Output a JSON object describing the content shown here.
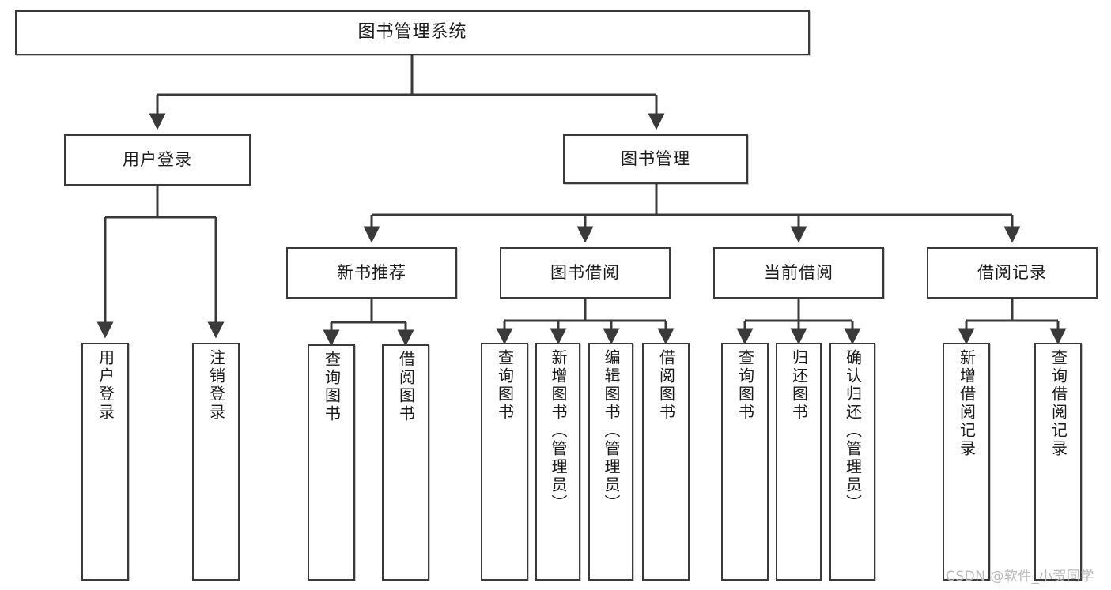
{
  "diagram": {
    "title": "图书管理系统",
    "type": "tree-structure-chart",
    "orientation": "top-down",
    "watermark": "CSDN @软件_小贺同学",
    "colors": {
      "box_border": "#3a3a3a",
      "box_fill": "#ffffff",
      "edge": "#3a3a3a",
      "text": "#1a1a1a",
      "watermark": "#b9b9b9"
    }
  },
  "nodes": {
    "root": {
      "label": "图书管理系统",
      "level": 1
    },
    "tier2": [
      {
        "id": "user-login",
        "label": "用户登录",
        "level": 2
      },
      {
        "id": "book-manage",
        "label": "图书管理",
        "level": 2
      }
    ],
    "tier3": [
      {
        "id": "new-book-recommend",
        "label": "新书推荐",
        "level": 3
      },
      {
        "id": "book-borrow",
        "label": "图书借阅",
        "level": 3
      },
      {
        "id": "current-borrow",
        "label": "当前借阅",
        "level": 3
      },
      {
        "id": "borrow-record",
        "label": "借阅记录",
        "level": 3
      }
    ],
    "leaves": {
      "user_login": [
        {
          "id": "leaf-user-login",
          "label": "用户登录"
        },
        {
          "id": "leaf-user-logout",
          "label": "注销登录"
        }
      ],
      "new_book_recommend": [
        {
          "id": "leaf-query-book-1",
          "label": "查询图书"
        },
        {
          "id": "leaf-borrow-book-1",
          "label": "借阅图书"
        }
      ],
      "book_borrow": [
        {
          "id": "leaf-query-book-2",
          "label": "查询图书"
        },
        {
          "id": "leaf-add-book",
          "label": "新增图书（管理员）"
        },
        {
          "id": "leaf-edit-book",
          "label": "编辑图书（管理员）"
        },
        {
          "id": "leaf-borrow-book-2",
          "label": "借阅图书"
        }
      ],
      "current_borrow": [
        {
          "id": "leaf-query-book-3",
          "label": "查询图书"
        },
        {
          "id": "leaf-return-book",
          "label": "归还图书"
        },
        {
          "id": "leaf-confirm-return",
          "label": "确认归还（管理员）"
        }
      ],
      "borrow_record": [
        {
          "id": "leaf-add-record",
          "label": "新增借阅记录"
        },
        {
          "id": "leaf-query-record",
          "label": "查询借阅记录"
        }
      ]
    }
  }
}
